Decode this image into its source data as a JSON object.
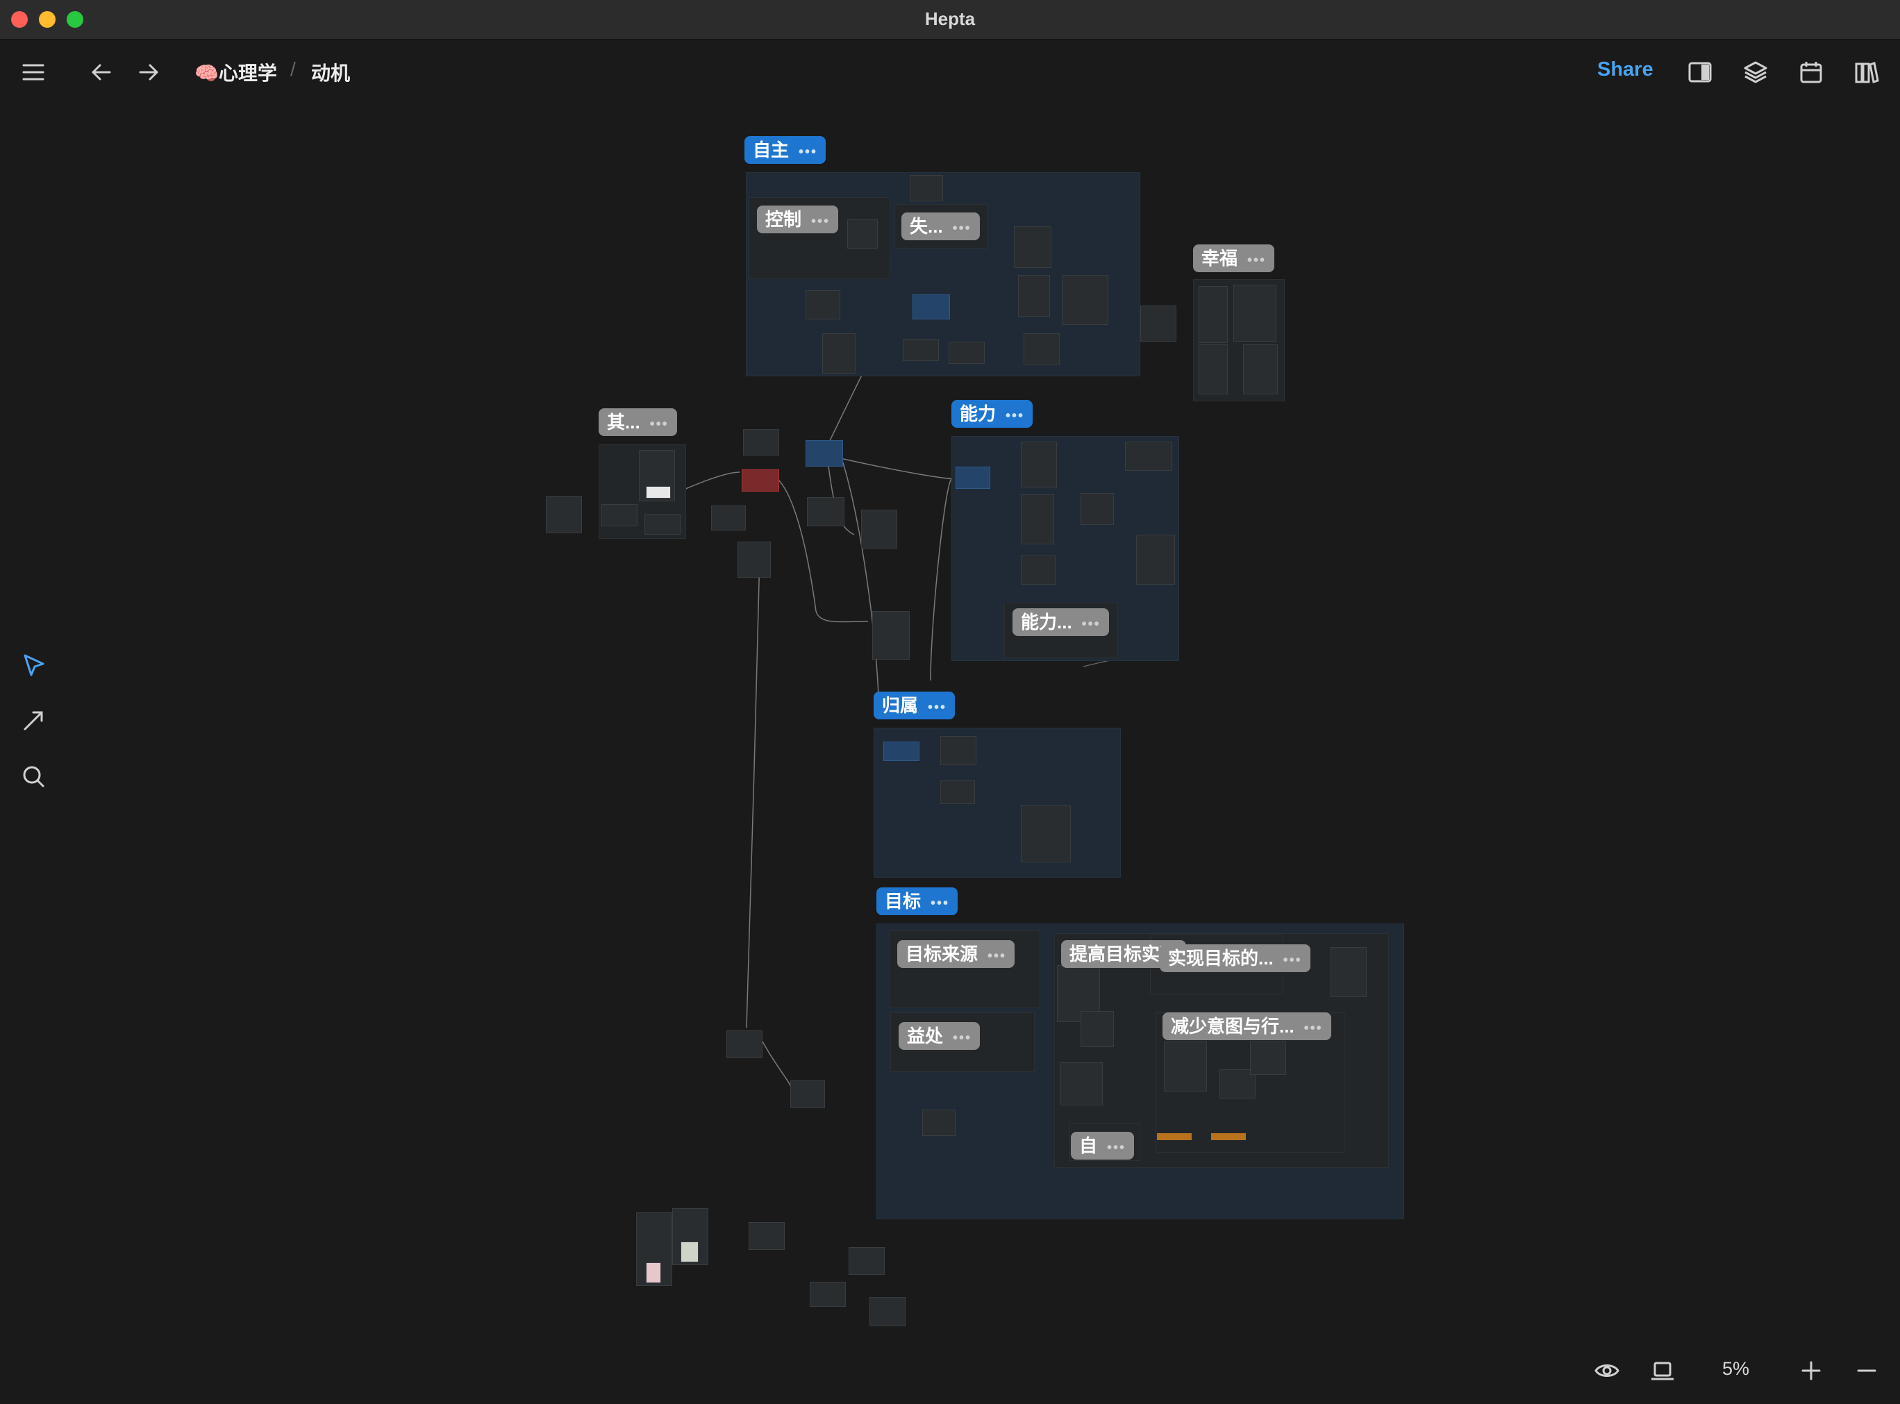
{
  "window": {
    "title": "Hepta"
  },
  "toolbar": {
    "breadcrumb": [
      {
        "emoji": "🧠",
        "label": "心理学"
      },
      {
        "label": "动机"
      }
    ],
    "share_label": "Share"
  },
  "groups": {
    "autonomy": {
      "label": "自主",
      "sub": {
        "control": "控制",
        "lose": "失..."
      }
    },
    "happiness": {
      "label": "幸福"
    },
    "other": {
      "label": "其..."
    },
    "ability": {
      "label": "能力",
      "sub": {
        "ability_more": "能力..."
      }
    },
    "belonging": {
      "label": "归属"
    },
    "goal": {
      "label": "目标",
      "sub": {
        "source": "目标来源",
        "benefit": "益处",
        "improve": "提高目标实现",
        "achieve": "实现目标的...",
        "reduce": "减少意图与行...",
        "self": "自"
      }
    }
  },
  "more_dots": "•••",
  "statusbar": {
    "zoom": "5%"
  },
  "colors": {
    "accent": "#4aa3f0",
    "group_tag": "#1f76d1",
    "sub_tag": "#8a8a8a",
    "canvas": "#1a1a1a"
  }
}
